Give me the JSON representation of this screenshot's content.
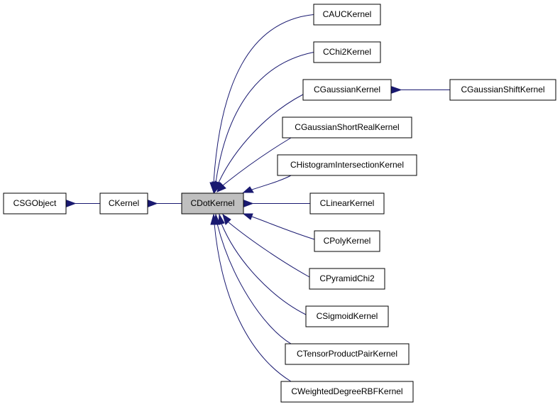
{
  "diagram": {
    "type": "class-inheritance-graph",
    "colors": {
      "edge": "#191970",
      "focus_fill": "#bfbfbf",
      "node_fill": "#ffffff",
      "node_border": "#000000"
    },
    "nodes": {
      "csgobject": "CSGObject",
      "ckernel": "CKernel",
      "cdotkernel": "CDotKernel",
      "caucKernel": "CAUCKernel",
      "cchi2kernel": "CChi2Kernel",
      "cgaussiankernel": "CGaussianKernel",
      "cgaussianshiftkernel": "CGaussianShiftKernel",
      "cgaussianshortrealkernel": "CGaussianShortRealKernel",
      "chistogramintersectionkernel": "CHistogramIntersectionKernel",
      "clinearkernel": "CLinearKernel",
      "cpolykernel": "CPolyKernel",
      "cpyramidchi2": "CPyramidChi2",
      "csigmoidkernel": "CSigmoidKernel",
      "ctensorproductpairkernel": "CTensorProductPairKernel",
      "cweighteddegreerbfkernel": "CWeightedDegreeRBFKernel"
    },
    "edges": [
      {
        "from": "ckernel",
        "to": "csgobject"
      },
      {
        "from": "cdotkernel",
        "to": "ckernel"
      },
      {
        "from": "caucKernel",
        "to": "cdotkernel"
      },
      {
        "from": "cchi2kernel",
        "to": "cdotkernel"
      },
      {
        "from": "cgaussiankernel",
        "to": "cdotkernel"
      },
      {
        "from": "cgaussianshortrealkernel",
        "to": "cdotkernel"
      },
      {
        "from": "chistogramintersectionkernel",
        "to": "cdotkernel"
      },
      {
        "from": "clinearkernel",
        "to": "cdotkernel"
      },
      {
        "from": "cpolykernel",
        "to": "cdotkernel"
      },
      {
        "from": "cpyramidchi2",
        "to": "cdotkernel"
      },
      {
        "from": "csigmoidkernel",
        "to": "cdotkernel"
      },
      {
        "from": "ctensorproductpairkernel",
        "to": "cdotkernel"
      },
      {
        "from": "cweighteddegreerbfkernel",
        "to": "cdotkernel"
      },
      {
        "from": "cgaussianshiftkernel",
        "to": "cgaussiankernel"
      }
    ]
  }
}
